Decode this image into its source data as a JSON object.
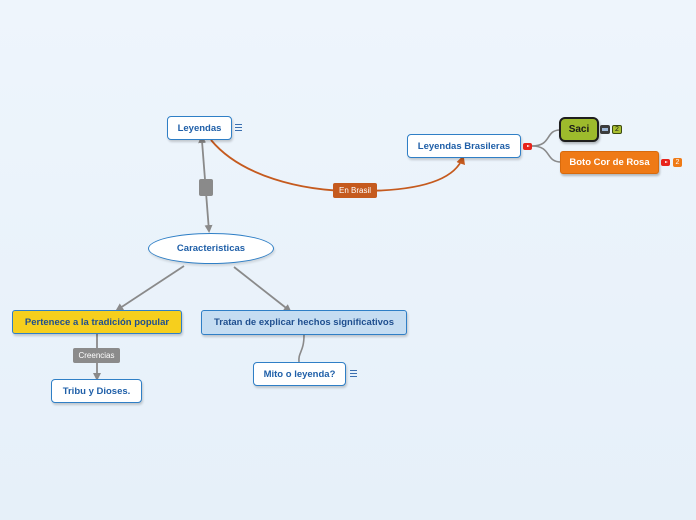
{
  "diagram": {
    "nodes": {
      "leyendas": "Leyendas",
      "caracteristicas": "Caracteristicas",
      "tradicion": "Pertenece a la tradición popular",
      "tratan": "Tratan de explicar hechos significativos",
      "tribu": "Tribu y Dioses.",
      "mito": "Mito o leyenda?",
      "brasileras": "Leyendas Brasileras",
      "saci": "Saci",
      "boto": "Boto Cor de Rosa"
    },
    "edge_labels": {
      "en_brasil": "En Brasil",
      "creencias": "Creencias"
    },
    "badges": {
      "saci_count": "2",
      "boto_count": "2"
    },
    "icons": [
      "note-icon",
      "youtube-icon",
      "image-icon",
      "attachment-box-icon"
    ],
    "colors": {
      "background": "#eaf3fb",
      "node_border": "#2f7fc6",
      "node_text": "#1f5fa8",
      "yellow_node": "#f6cf1d",
      "lightblue_node": "#c5ddf2",
      "green_node": "#9dbb2c",
      "orange_node": "#ef7a16",
      "link_orange": "#c55a1e",
      "link_gray": "#8a8a8a"
    }
  }
}
